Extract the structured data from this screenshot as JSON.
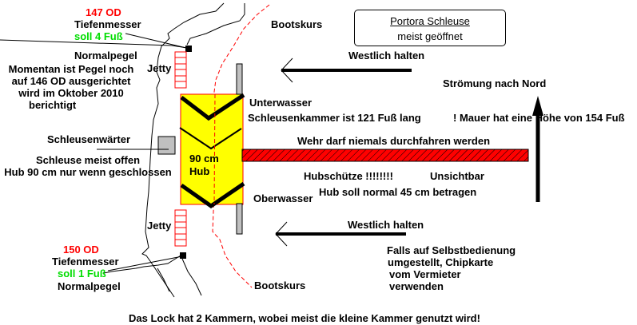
{
  "title_box": {
    "title": "Portora Schleuse",
    "subtitle": "meist geöffnet"
  },
  "top_gauge": {
    "level": "147 OD",
    "label": "Tiefenmesser",
    "target": "soll 4 Fuß",
    "pegel": "Normalpegel",
    "note": [
      "Momentan ist Pegel noch",
      "auf 146 OD ausgerichtet",
      "wird im Oktober 2010",
      "berichtigt"
    ]
  },
  "bottom_gauge": {
    "level": "150 OD",
    "label": "Tiefenmesser",
    "target": "soll 1 Fuß",
    "pegel": "Normalpegel"
  },
  "jetty_labels": [
    "Jetty",
    "Jetty"
  ],
  "lock_keeper": {
    "label": "Schleusenwärter",
    "note": [
      "Schleuse meist offen",
      "Hub 90 cm nur wenn geschlossen"
    ]
  },
  "chamber": {
    "lift_value": "90 cm",
    "lift_label": "Hub"
  },
  "boat_course": [
    "Bootskurs",
    "Bootskurs"
  ],
  "keep_west": [
    "Westlich halten",
    "Westlich halten"
  ],
  "current": "Strömung nach Nord",
  "upstream": "Unterwasser",
  "downstream": "Oberwasser",
  "chamber_length": "Schleusenkammer ist 121 Fuß lang",
  "wall_height": "! Mauer hat eine Höhe von 154 Fuß",
  "weir_warning": "Wehr darf niemals durchfahren werden",
  "sluice": {
    "label": "Hubschütze !!!!!!!!",
    "visibility": "Unsichtbar",
    "normal_lift": "Hub soll normal 45 cm betragen"
  },
  "self_service": [
    "Falls auf Selbstbedienung",
    "umgestellt, Chipkarte",
    "vom Vermieter",
    "verwenden"
  ],
  "footer": "Das Lock hat 2 Kammern, wobei meist die kleine Kammer genutzt wird!",
  "colors": {
    "chamber": "#ffff00",
    "weir": "#ff0000",
    "jetty": "#ff0000",
    "wall": "#c0c0c0",
    "boat_course": "#ff0000",
    "gauge_level": "#ff0000",
    "gauge_target": "#00dd00"
  }
}
